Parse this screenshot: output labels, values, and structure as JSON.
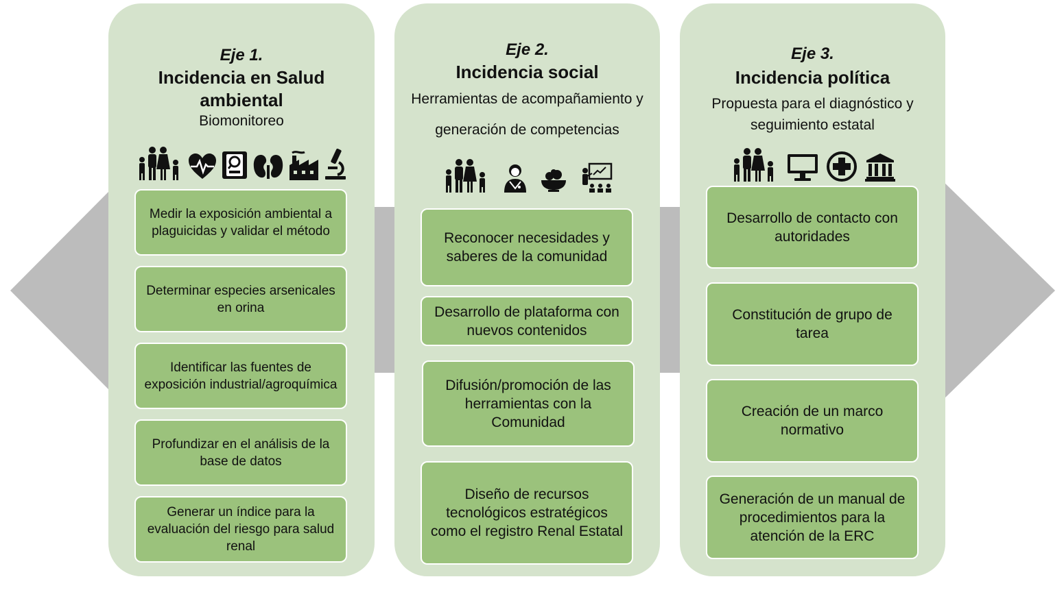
{
  "columns": [
    {
      "axis": "Eje 1.",
      "title": "Incidencia en Salud ambiental",
      "subtitle": "Biomonitoreo",
      "icons": [
        "family-icon",
        "heart-pulse-icon",
        "biomonitor-icon",
        "kidney-icon",
        "factory-icon",
        "microscope-icon"
      ],
      "items": [
        "Medir la exposición ambiental a plaguicidas y validar el método",
        "Determinar especies arsenicales en orina",
        "Identificar las fuentes de exposición industrial/agroquímica",
        "Profundizar en el análisis de la base de datos",
        "Generar un  índice para la evaluación del riesgo para salud renal"
      ]
    },
    {
      "axis": "Eje 2.",
      "title": "Incidencia social",
      "subtitle": "Herramientas de acompañamiento y generación de competencias",
      "icons": [
        "family-icon",
        "doctor-icon",
        "fruit-bowl-icon",
        "teacher-icon"
      ],
      "items": [
        "Reconocer necesidades y saberes de la comunidad",
        "Desarrollo de plataforma con nuevos contenidos",
        "Difusión/promoción de las herramientas con la Comunidad",
        "Diseño de recursos tecnológicos estratégicos como el registro Renal Estatal"
      ]
    },
    {
      "axis": "Eje 3.",
      "title": "Incidencia política",
      "subtitle": "Propuesta para el diagnóstico y seguimiento estatal",
      "icons": [
        "family-icon",
        "monitor-icon",
        "medical-cross-icon",
        "institution-icon"
      ],
      "items": [
        "Desarrollo de contacto con autoridades",
        "Constitución de grupo de tarea",
        "Creación de un marco normativo",
        "Generación de un manual de procedimientos para la atención de la ERC"
      ]
    }
  ],
  "colors": {
    "arrow": "#bcbcbc",
    "column_bg": "#d5e3cc",
    "box_fill": "#9bc27c",
    "box_border": "#ffffff"
  }
}
